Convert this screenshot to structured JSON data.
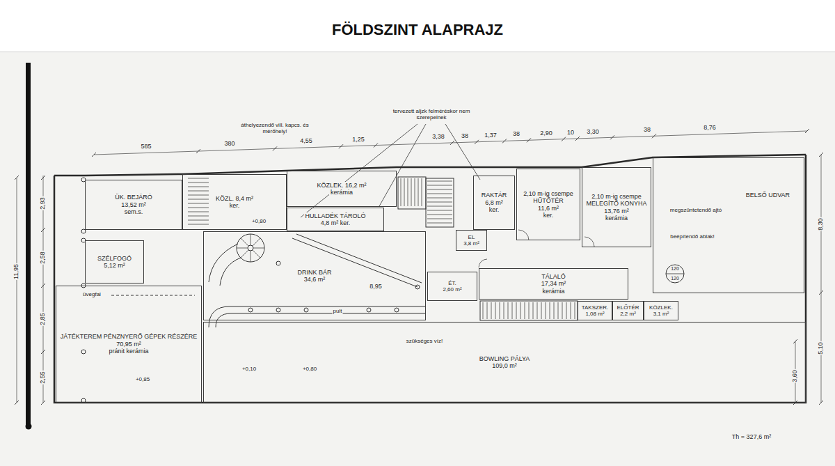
{
  "diagram": {
    "title": "FÖLDSZINT ALAPRAJZ",
    "nodes": [
      {
        "text": [
          "ÜK. BEJÁRÓ",
          "13,52 m²",
          "sem.s."
        ]
      },
      {
        "text": [
          "SZÉLFOGÓ",
          "5,12 m²"
        ]
      },
      {
        "text": [
          "JÁTÉKTEREM PÉNZNYERŐ GÉPEK RÉSZÉRE",
          "70,95 m²",
          "pránit kerámia"
        ]
      },
      {
        "text": [
          "KÖZL. 8,4 m²",
          "ker."
        ]
      },
      {
        "text": [
          "KÖZLEK. 16,2 m²",
          "kerámia"
        ]
      },
      {
        "text": [
          "HULLADÉK TÁROLÓ",
          "4,8 m² ker."
        ]
      },
      {
        "text": [
          "RAKTÁR",
          "6,8 m²",
          "ker."
        ]
      },
      {
        "text": [
          "2,10 m-ig csempe",
          "HŰTŐTÉR",
          "11,6 m²",
          "ker."
        ]
      },
      {
        "text": [
          "2,10 m-ig csempe",
          "MELEGÍTŐ KONYHA",
          "13,76 m²",
          "kerámia"
        ]
      },
      {
        "text": [
          "BELSŐ UDVAR"
        ]
      },
      {
        "text": [
          "EL",
          "3,8 m²"
        ]
      },
      {
        "text": [
          "DRINK BÁR",
          "34,6 m²"
        ]
      },
      {
        "text": [
          "ÉT.",
          "2,60 m²"
        ]
      },
      {
        "text": [
          "TÁLALÓ",
          "17,34 m²",
          "kerámia"
        ]
      },
      {
        "text": [
          "TAKSZER.",
          "1,08 m²"
        ]
      },
      {
        "text": [
          "ELŐTÉR",
          "2,2 m²"
        ]
      },
      {
        "text": [
          "KÖZLEK.",
          "3,1 m²"
        ]
      },
      {
        "text": [
          "BOWLING PÁLYA",
          "109,0 m²"
        ]
      }
    ],
    "labels": [
      "tervezett aljzk felméréskor nem szerepelnek",
      "áthelyezendő vill. kapcs. és mérőhely!",
      "585",
      "380",
      "4,55",
      "1,25",
      "3,38",
      "38",
      "1,37",
      "38",
      "2,90",
      "10",
      "3,30",
      "38",
      "8,76",
      "11,95",
      "2,93",
      "2,58",
      "2,85",
      "2,55",
      "8,30",
      "5,10",
      "3,60",
      "megszüntetendő ajtó",
      "beépítendő ablak!",
      "üvegfal",
      "pult",
      "8,95",
      "szükséges víz!",
      "+0,80",
      "+0,80",
      "+0,10",
      "+0,85",
      "120",
      "120",
      "Th = 327,6 m²"
    ]
  }
}
